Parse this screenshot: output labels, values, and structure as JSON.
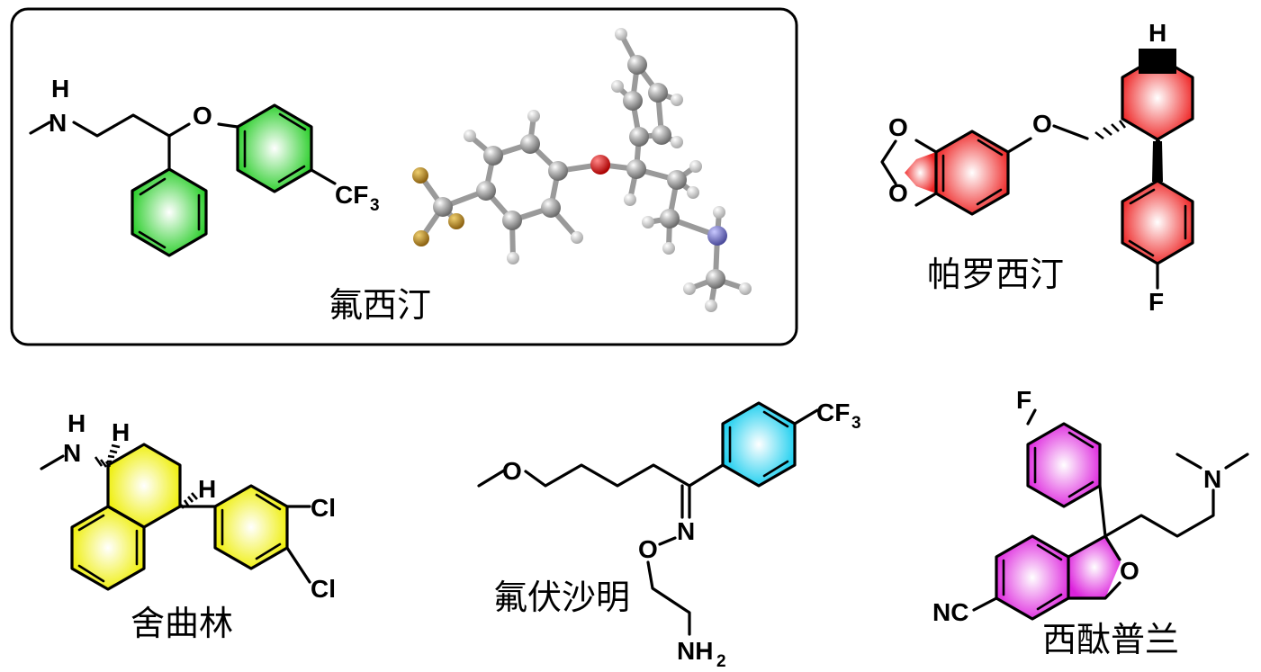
{
  "compounds": {
    "fluoxetine": {
      "name": "氟西汀"
    },
    "paroxetine": {
      "name": "帕罗西汀"
    },
    "sertraline": {
      "name": "舍曲林"
    },
    "fluvoxamine": {
      "name": "氟伏沙明"
    },
    "citalopram": {
      "name": "西酞普兰"
    }
  },
  "labels": {
    "N": "N",
    "H": "H",
    "O": "O",
    "F": "F",
    "Cl": "Cl",
    "CF": "CF",
    "three": "3",
    "NC": "NC",
    "NH": "NH",
    "two": "2"
  },
  "colors": {
    "fluoxetine_ring": "#22cc22",
    "paroxetine_ring": "#ee2222",
    "sertraline_ring": "#eeee00",
    "fluvoxamine_ring": "#11ccee",
    "citalopram_ring": "#dd22dd",
    "model_carbon": "#a0a0a0",
    "model_oxygen": "#cc0000",
    "model_nitrogen": "#6a6ab8",
    "model_fluorine": "#b8881a",
    "model_hydrogen": "#ededed"
  }
}
